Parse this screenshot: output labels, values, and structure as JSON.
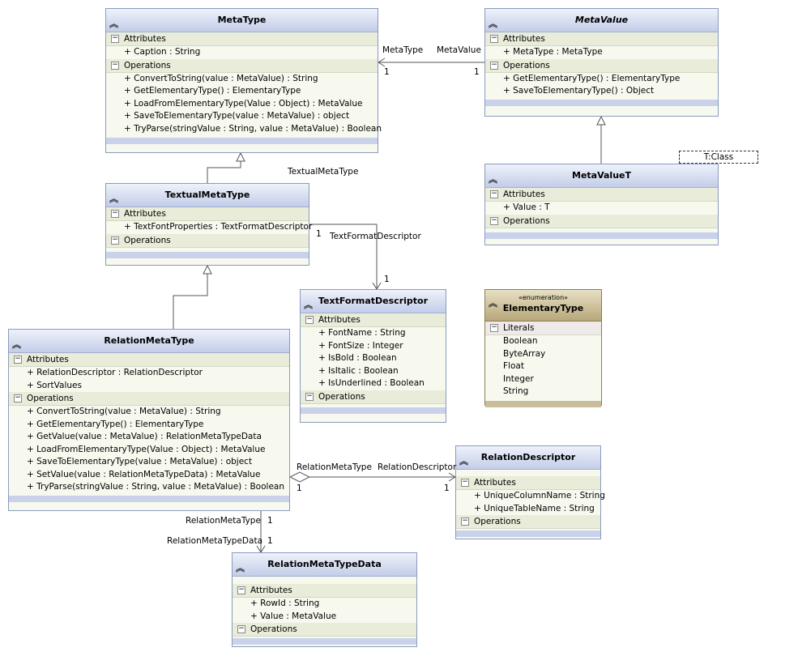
{
  "classes": {
    "metatype": {
      "name": "MetaType",
      "attributes_header": "Attributes",
      "attributes": [
        "+ Caption : String"
      ],
      "operations_header": "Operations",
      "operations": [
        "+ ConvertToString(value : MetaValue) : String",
        "+ GetElementaryType() : ElementaryType",
        "+ LoadFromElementaryType(Value : Object) : MetaValue",
        "+ SaveToElementaryType(value : MetaValue) : object",
        "+ TryParse(stringValue : String, value : MetaValue) : Boolean"
      ]
    },
    "metavalue": {
      "name": "MetaValue",
      "abstract": true,
      "attributes_header": "Attributes",
      "attributes": [
        "+ MetaType : MetaType"
      ],
      "operations_header": "Operations",
      "operations": [
        "+ GetElementaryType() : ElementaryType",
        "+ SaveToElementaryType() : Object"
      ]
    },
    "metavaluet": {
      "name": "MetaValueT",
      "template_param": "T:Class",
      "attributes_header": "Attributes",
      "attributes": [
        "+ Value : T"
      ],
      "operations_header": "Operations",
      "operations": []
    },
    "textualmetatype": {
      "name": "TextualMetaType",
      "attributes_header": "Attributes",
      "attributes": [
        "+ TextFontProperties : TextFormatDescriptor"
      ],
      "operations_header": "Operations",
      "operations": []
    },
    "textformatdescriptor": {
      "name": "TextFormatDescriptor",
      "attributes_header": "Attributes",
      "attributes": [
        "+ FontName : String",
        "+ FontSize : Integer",
        "+ IsBold : Boolean",
        "+ IsItalic : Boolean",
        "+ IsUnderlined : Boolean"
      ],
      "operations_header": "Operations",
      "operations": []
    },
    "elementarytype": {
      "name": "ElementaryType",
      "stereotype": "«enumeration»",
      "literals_header": "Literals",
      "literals": [
        "Boolean",
        "ByteArray",
        "Float",
        "Integer",
        "String"
      ]
    },
    "relationmetatype": {
      "name": "RelationMetaType",
      "attributes_header": "Attributes",
      "attributes": [
        "+ RelationDescriptor : RelationDescriptor",
        "+ SortValues"
      ],
      "operations_header": "Operations",
      "operations": [
        "+ ConvertToString(value : MetaValue) : String",
        "+ GetElementaryType() : ElementaryType",
        "+ GetValue(value : MetaValue) : RelationMetaTypeData",
        "+ LoadFromElementaryType(Value : Object) : MetaValue",
        "+ SaveToElementaryType(value : MetaValue) : object",
        "+ SetValue(value : RelationMetaTypeData) : MetaValue",
        "+ TryParse(stringValue : String, value : MetaValue) : Boolean"
      ]
    },
    "relationdescriptor": {
      "name": "RelationDescriptor",
      "attributes_header": "Attributes",
      "attributes": [
        "+ UniqueColumnName : String",
        "+ UniqueTableName : String"
      ],
      "operations_header": "Operations",
      "operations": []
    },
    "relationmetatypedata": {
      "name": "RelationMetaTypeData",
      "attributes_header": "Attributes",
      "attributes": [
        "+ RowId : String",
        "+ Value : MetaValue"
      ],
      "operations_header": "Operations",
      "operations": []
    }
  },
  "associations": {
    "mv_mt": {
      "role_left": "MetaType",
      "role_right": "MetaValue",
      "mult_left": "1",
      "mult_right": "1"
    },
    "inherit_label": "TextualMetaType",
    "tmt_tfd": {
      "mult_src": "1",
      "role": "TextFormatDescriptor",
      "mult_dst": "1"
    },
    "rmt_rd": {
      "role_left": "RelationMetaType",
      "role_right": "RelationDescriptor",
      "mult_left": "1",
      "mult_right": "1"
    },
    "rmt_rmtd": {
      "role_top": "RelationMetaType",
      "mult_top": "1",
      "role_bottom": "RelationMetaTypeData",
      "mult_bottom": "1"
    }
  }
}
